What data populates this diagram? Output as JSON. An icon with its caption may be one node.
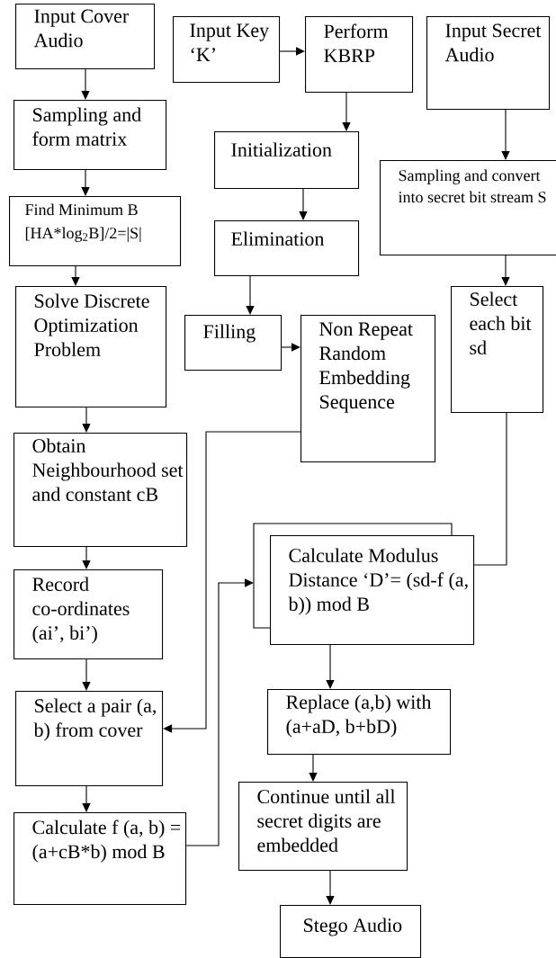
{
  "diagram": {
    "nodes": [
      {
        "text": [
          "Input Cover Audio"
        ]
      },
      {
        "text": [
          "Sampling and form matrix"
        ]
      },
      {
        "text": [
          "Find Minimum B [HA*log$_{2}$B]/2=|S|"
        ]
      },
      {
        "text": [
          "Solve Discrete Optimization Problem"
        ]
      },
      {
        "text": [
          "Obtain Neighbourhood set and constant cB"
        ]
      },
      {
        "text": [
          "Record co-ordinates (ai’, bi’)"
        ]
      },
      {
        "text": [
          "Select a pair (a, b) from cover"
        ]
      },
      {
        "text": [
          "Calculate f (a, b) = (a+cB*b) mod B"
        ]
      },
      {
        "text": [
          "Input Key ‘K’"
        ]
      },
      {
        "text": [
          "Perform KBRP"
        ]
      },
      {
        "text": [
          "Initialization"
        ]
      },
      {
        "text": [
          "Elimination"
        ]
      },
      {
        "text": [
          "Filling"
        ]
      },
      {
        "text": [
          "Non Repeat Random Embedding Sequence"
        ]
      },
      {
        "text": [
          "Input Secret Audio"
        ]
      },
      {
        "text": [
          "Sampling and convert into secret bit stream S"
        ]
      },
      {
        "text": [
          "Select each bit sd"
        ]
      },
      {
        "text": [
          "Calculate Modulus Distance ‘D’= (sd-f (a, b)) mod B"
        ]
      },
      {
        "text": [
          "Replace (a,b) with (a+aD, b+bD)"
        ]
      },
      {
        "text": [
          "Continue until all secret digits are embedded"
        ]
      },
      {
        "text": [
          "Stego Audio"
        ]
      }
    ],
    "edges": [
      {
        "from": 0,
        "to": 1,
        "arrow": "to"
      },
      {
        "from": 1,
        "to": 2,
        "arrow": "to"
      },
      {
        "from": 2,
        "to": 3,
        "arrow": "to"
      },
      {
        "from": 3,
        "to": 4,
        "arrow": "to"
      },
      {
        "from": 4,
        "to": 5,
        "arrow": "to"
      },
      {
        "from": 5,
        "to": 6,
        "arrow": "to"
      },
      {
        "from": 6,
        "to": 7,
        "arrow": "to"
      },
      {
        "from": 8,
        "to": 9,
        "arrow": "to"
      },
      {
        "from": 9,
        "to": 10,
        "arrow": "to"
      },
      {
        "from": 10,
        "to": 11,
        "arrow": "to"
      },
      {
        "from": 11,
        "to": 12,
        "arrow": "to"
      },
      {
        "from": 12,
        "to": 13,
        "arrow": "to"
      },
      {
        "from": 14,
        "to": 15,
        "arrow": "to"
      },
      {
        "from": 15,
        "to": 16,
        "arrow": "to"
      },
      {
        "from": 13,
        "to": 6,
        "arrow": "to"
      },
      {
        "from": 7,
        "to": 17,
        "arrow": "to"
      },
      {
        "from": 16,
        "to": 17,
        "arrow": "none"
      },
      {
        "from": 17,
        "to": 18,
        "arrow": "to"
      },
      {
        "from": 18,
        "to": 19,
        "arrow": "to"
      },
      {
        "from": 19,
        "to": 20,
        "arrow": "to"
      }
    ]
  }
}
